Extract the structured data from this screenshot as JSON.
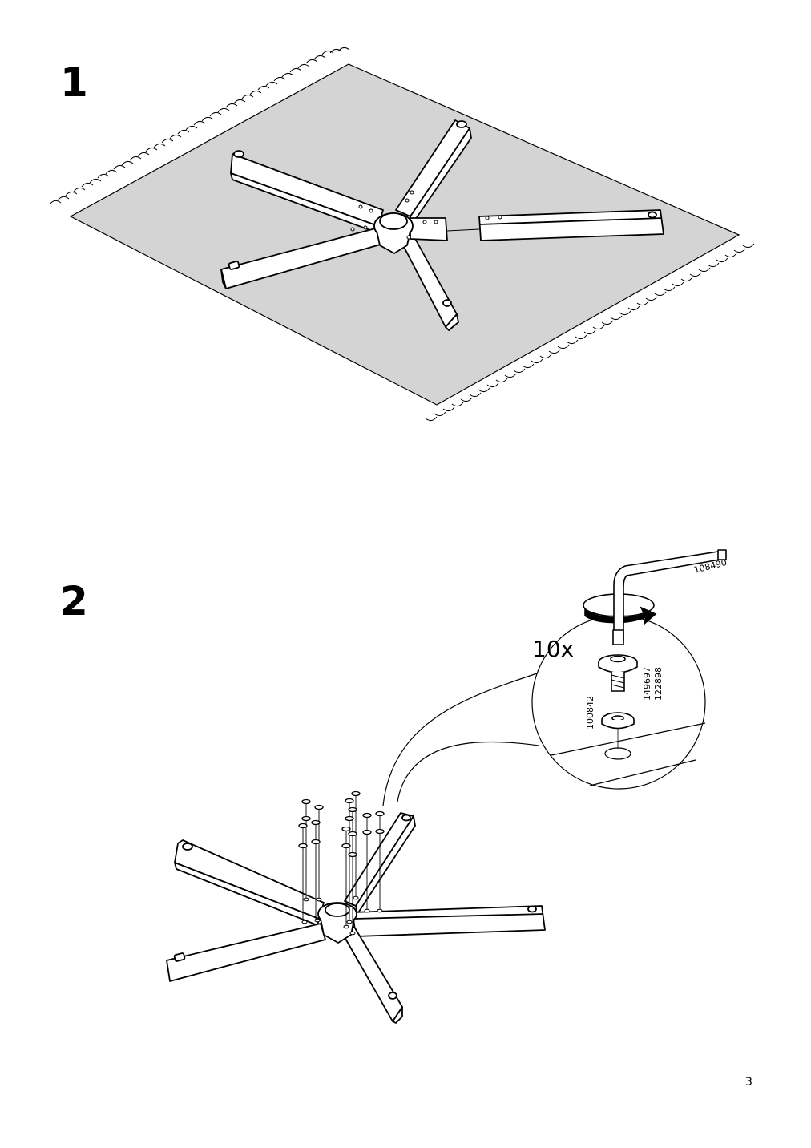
{
  "steps": [
    {
      "number": "1"
    },
    {
      "number": "2"
    }
  ],
  "detail": {
    "quantity": "10x",
    "parts": {
      "allen_key": "108490",
      "bolt_a": "149697",
      "bolt_b": "122898",
      "washer": "100842"
    }
  },
  "page_number": "3",
  "icons": [
    "rotate-arrow-icon",
    "allen-key-icon",
    "bolt-icon",
    "washer-icon"
  ],
  "colors": {
    "rug": "#d4d4d4",
    "line": "#000000",
    "part_fill": "#ffffff"
  }
}
